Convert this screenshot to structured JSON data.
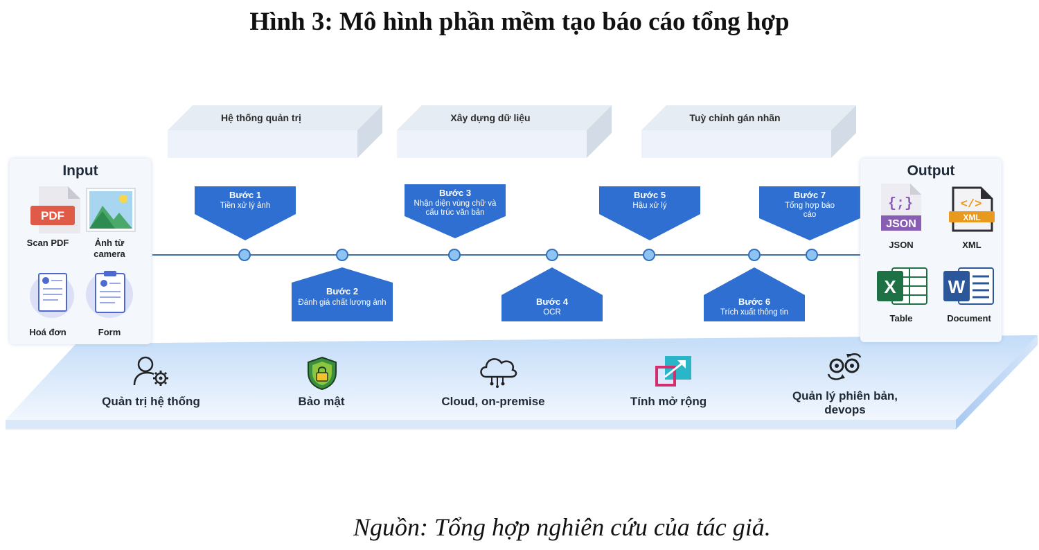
{
  "title": "Hình 3: Mô hình phần mềm tạo báo cáo tổng hợp",
  "source": "Nguồn: Tổng hợp nghiên cứu của tác giả.",
  "modules": [
    {
      "label": "Hệ thống quản trị"
    },
    {
      "label": "Xây dựng dữ liệu"
    },
    {
      "label": "Tuỳ chỉnh gán nhãn"
    }
  ],
  "input": {
    "title": "Input",
    "items": [
      {
        "label": "Scan PDF",
        "icon": "pdf-icon",
        "badge": "PDF"
      },
      {
        "label": "Ảnh từ camera",
        "icon": "image-icon"
      },
      {
        "label": "Hoá đơn",
        "icon": "invoice-icon"
      },
      {
        "label": "Form",
        "icon": "form-icon"
      }
    ]
  },
  "output": {
    "title": "Output",
    "items": [
      {
        "label": "JSON",
        "icon": "json-icon",
        "badge": "JSON",
        "glyph": "{;}"
      },
      {
        "label": "XML",
        "icon": "xml-icon",
        "badge": "XML",
        "glyph": "</>"
      },
      {
        "label": "Table",
        "icon": "excel-icon",
        "glyph": "X"
      },
      {
        "label": "Document",
        "icon": "word-icon",
        "glyph": "W"
      }
    ]
  },
  "steps": [
    {
      "title": "Bước 1",
      "desc": "Tiền xử lý ảnh"
    },
    {
      "title": "Bước 2",
      "desc": "Đánh giá chất lượng ảnh"
    },
    {
      "title": "Bước 3",
      "desc": "Nhận diện vùng chữ và cấu trúc văn bản"
    },
    {
      "title": "Bước 4",
      "desc": "OCR"
    },
    {
      "title": "Bước 5",
      "desc": "Hậu xử lý"
    },
    {
      "title": "Bước 6",
      "desc": "Trích xuất thông tin"
    },
    {
      "title": "Bước 7",
      "desc": "Tổng hợp báo cáo"
    }
  ],
  "features": [
    {
      "label": "Quản trị hệ thống",
      "icon": "user-gear-icon"
    },
    {
      "label": "Bảo mật",
      "icon": "shield-lock-icon"
    },
    {
      "label": "Cloud, on-premise",
      "icon": "cloud-icon"
    },
    {
      "label": "Tính mở rộng",
      "icon": "expand-icon"
    },
    {
      "label": "Quản lý phiên bản, devops",
      "icon": "gears-icon"
    }
  ],
  "colors": {
    "step_blue": "#2e6fd1",
    "line": "#3f6fa8",
    "platform": "#cfe2fa"
  }
}
